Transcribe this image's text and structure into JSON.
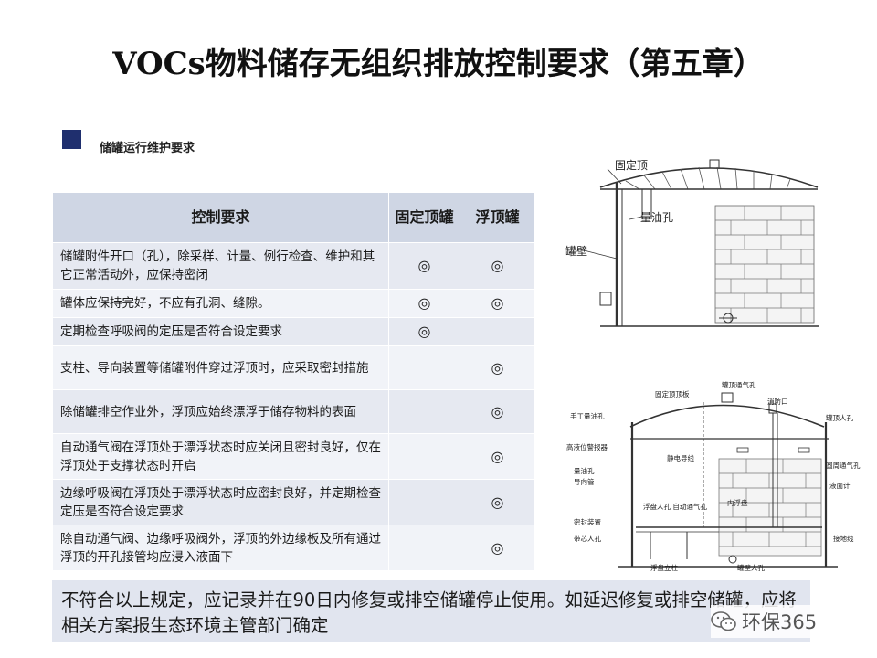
{
  "title": "VOCs物料储存无组织排放控制要求（第五章）",
  "section": {
    "label": "储罐运行维护要求"
  },
  "table": {
    "headers": [
      "控制要求",
      "固定顶罐",
      "浮顶罐"
    ],
    "rows": [
      {
        "text": "储罐附件开口（孔），除采样、计量、例行检查、维护和其它正常活动外，应保持密闭",
        "fixed": "◎",
        "floating": "◎"
      },
      {
        "text": "罐体应保持完好，不应有孔洞、缝隙。",
        "fixed": "◎",
        "floating": "◎"
      },
      {
        "text": "定期检查呼吸阀的定压是否符合设定要求",
        "fixed": "◎",
        "floating": ""
      },
      {
        "text": "支柱、导向装置等储罐附件穿过浮顶时，应采取密封措施",
        "fixed": "",
        "floating": "◎"
      },
      {
        "text": "除储罐排空作业外，浮顶应始终漂浮于储存物料的表面",
        "fixed": "",
        "floating": "◎"
      },
      {
        "text": "自动通气阀在浮顶处于漂浮状态时应关闭且密封良好，仅在浮顶处于支撑状态时开启",
        "fixed": "",
        "floating": "◎"
      },
      {
        "text": "边缘呼吸阀在浮顶处于漂浮状态时应密封良好，并定期检查定压是否符合设定要求",
        "fixed": "",
        "floating": "◎"
      },
      {
        "text": "除自动通气阀、边缘呼吸阀外，浮顶的外边缘板及所有通过浮顶的开孔接管均应浸入液面下",
        "fixed": "",
        "floating": "◎"
      }
    ]
  },
  "note": "不符合以上规定，应记录并在90日内修复或排空储罐停止使用。如延迟修复或排空储罐，应将相关方案报生态环境主管部门确定",
  "diagram_top": {
    "labels": {
      "roof": "固定顶",
      "gauge_hole": "量油孔",
      "wall": "罐壁"
    }
  },
  "diagram_bottom": {
    "labels": {
      "fixed_roof_plate": "固定顶顶板",
      "roof_vent": "罐顶通气孔",
      "fire_port": "消防口",
      "manual_gauge": "手工量油孔",
      "roof_manhole": "罐顶人孔",
      "high_alarm": "高液位警报器",
      "static_wire": "静电导线",
      "rim_vent": "圆周通气孔",
      "gauge_hole": "量油孔",
      "guide_pipe": "导向管",
      "level_gauge": "液面计",
      "float_manhole_vent": "浮盘人孔 自动通气孔",
      "inner_float": "内浮盘",
      "seal": "密封装置",
      "shell_manhole": "罐壁人孔",
      "float_leg": "浮盘立柱",
      "ground": "接地线",
      "pump_port": "带芯人孔",
      "bottom_hole": "罐壁人孔"
    }
  },
  "watermark": {
    "text": "环保365",
    "icon": "wechat-icon"
  }
}
